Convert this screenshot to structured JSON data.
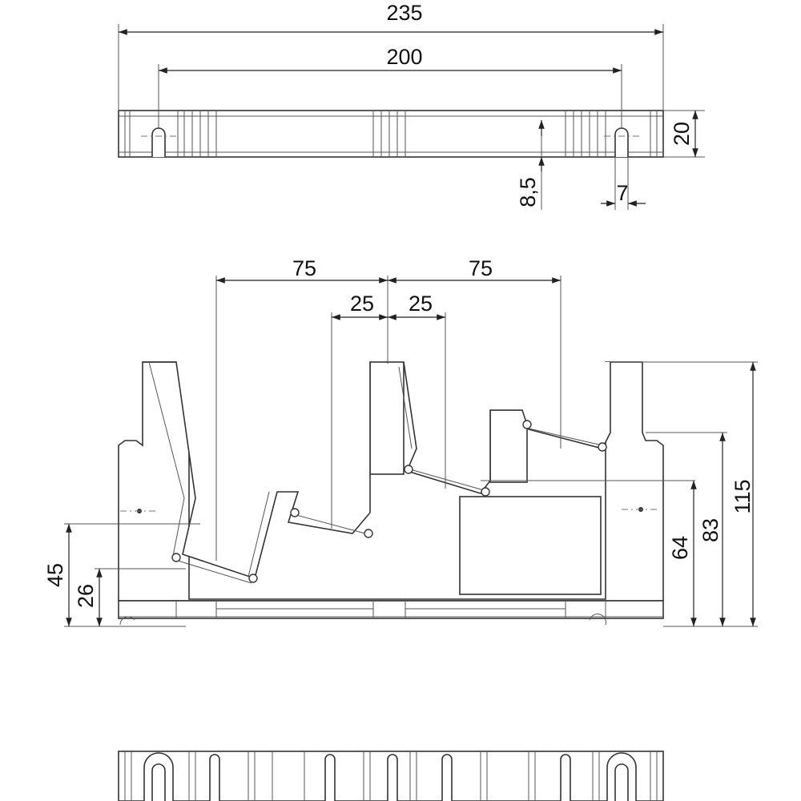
{
  "drawing": {
    "dimensions": {
      "overall_length": "235",
      "hole_spacing": "200",
      "top_height": "20",
      "slot_offset": "8,5",
      "slot_width": "7",
      "pitch_left": "75",
      "pitch_right": "75",
      "half_left": "25",
      "half_right": "25",
      "height_1": "45",
      "height_2": "26",
      "height_3": "64",
      "height_4": "83",
      "height_5": "115"
    },
    "colors": {
      "line": "#333333",
      "background": "#ffffff"
    }
  }
}
